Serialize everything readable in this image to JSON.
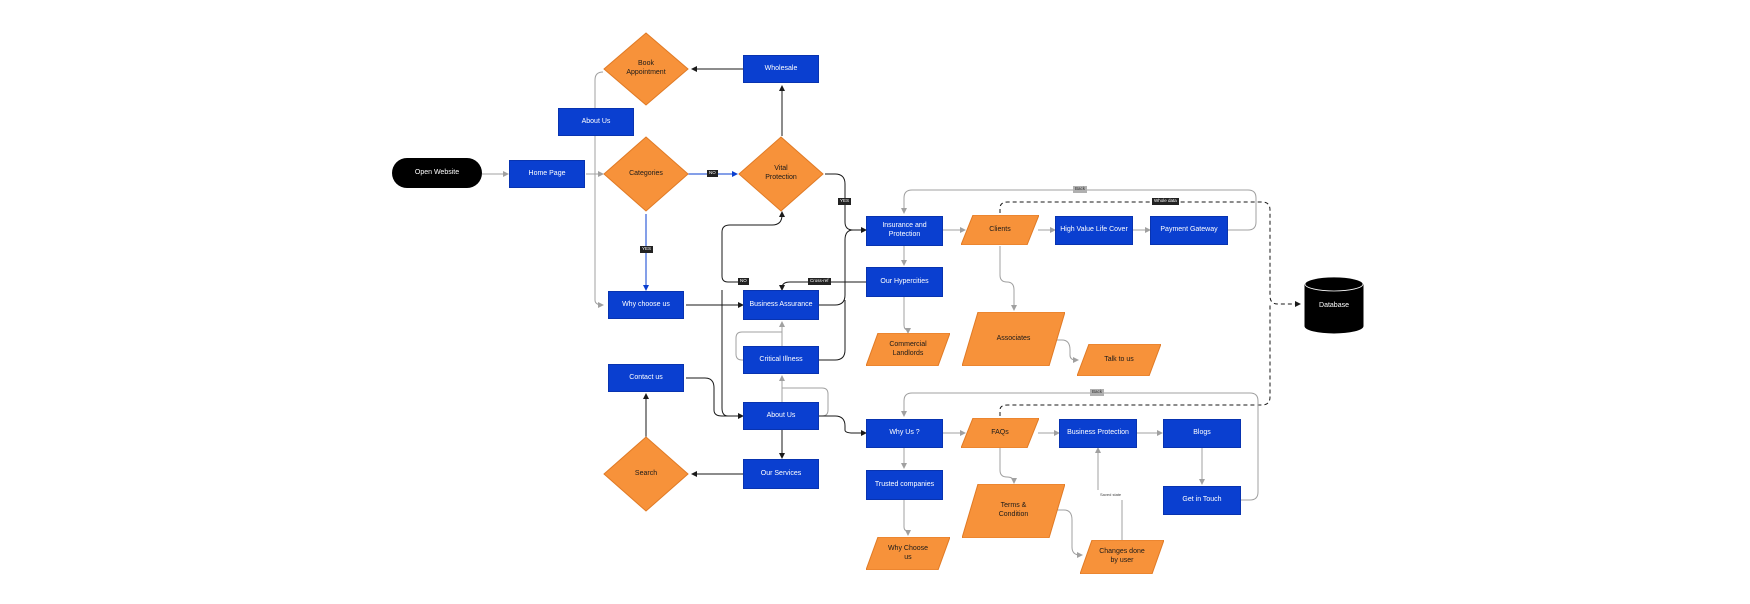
{
  "nodes": {
    "open_website": "Open Website",
    "home_page": "Home Page",
    "about_us_top": "About Us",
    "book_appointment": "Book\nAppointment",
    "wholesale": "Wholesale",
    "categories": "Categories",
    "vital_protection": "Vital\nProtection",
    "why_choose_us": "Why choose us",
    "business_assurance": "Business Assurance",
    "critical_illness": "Critical Illness",
    "contact_us": "Contact us",
    "about_us_mid": "About Us",
    "search": "Search",
    "our_services": "Our Services",
    "insurance_protection": "Insurance and\nProtection",
    "clients": "Clients",
    "high_value_life_cover": "High Value Life Cover",
    "payment_gateway": "Payment Gateway",
    "our_hypercities": "Our Hypercities",
    "commercial_landlords": "Commercial\nLandlords",
    "associates": "Associates",
    "talk_to_us": "Talk to us",
    "why_us": "Why Us ?",
    "faqs": "FAQs",
    "business_protection": "Business Protection",
    "blogs": "Blogs",
    "trusted_companies": "Trusted companies",
    "terms_condition": "Terms &\nCondition",
    "get_in_touch": "Get in Touch",
    "why_choose_us_bottom": "Why Choose\nus",
    "changes_done_by_user": "Changes done\nby user",
    "database": "Database"
  },
  "tags": {
    "no_categories": "NO",
    "yes_vital": "YES",
    "yes_categories": "YES",
    "no_business": "NO",
    "crossref": "Cross-ref",
    "back_top": "Back",
    "whole_data": "Whole data",
    "back_bottom": "Back",
    "saved_state": "Saved state"
  },
  "colors": {
    "rect": "#0a3fd0",
    "decision": "#f7923a",
    "start": "#000000",
    "connector_dark": "#1a1a1a",
    "connector_grey": "#a0a0a0"
  }
}
